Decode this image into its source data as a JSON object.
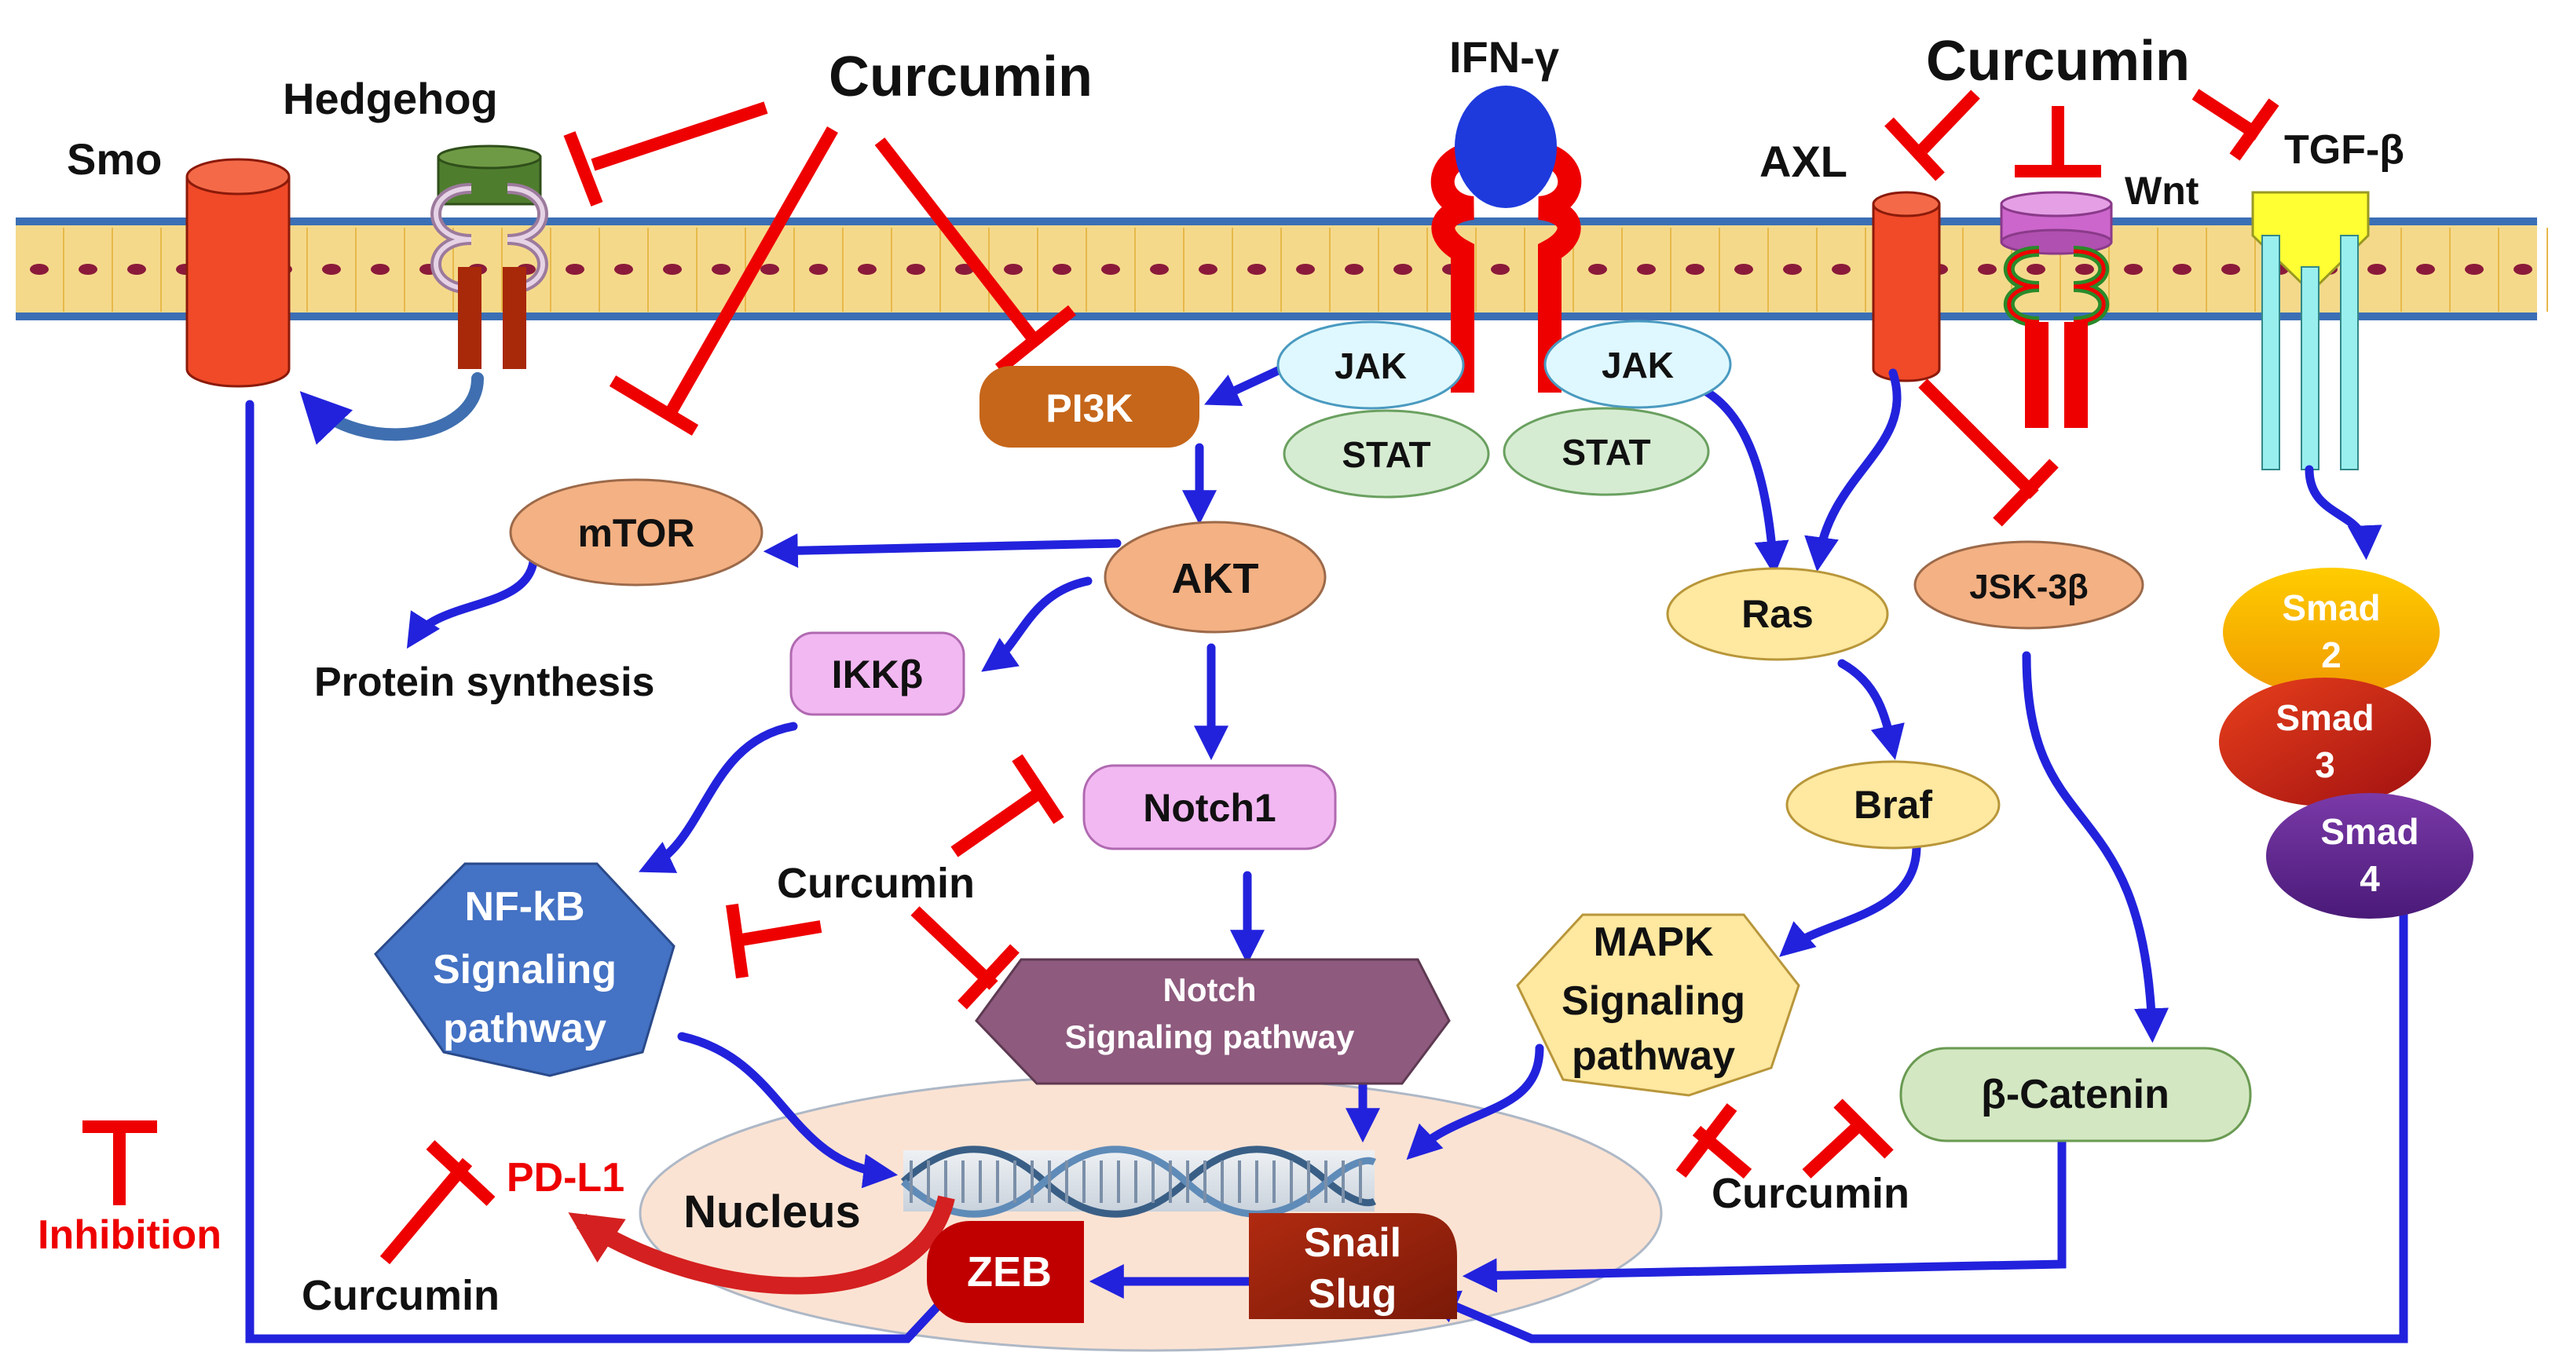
{
  "colors": {
    "inhibit": "#ff0000",
    "arrow": "#2222dd",
    "membrane_fill": "#f5d98b",
    "membrane_edge": "#3b6fb5",
    "membrane_dot": "#8b1a3a"
  },
  "labels": {
    "smo": "Smo",
    "hedgehog": "Hedgehog",
    "curcumin_top_left": "Curcumin",
    "ifn_gamma": "IFN-γ",
    "curcumin_top_right": "Curcumin",
    "axl": "AXL",
    "wnt": "Wnt",
    "tgf_beta": "TGF-β",
    "protein_synthesis": "Protein synthesis",
    "curcumin_center": "Curcumin",
    "curcumin_bottom_left": "Curcumin",
    "curcumin_bottom_right": "Curcumin",
    "pd_l1": "PD-L1",
    "inhibition": "Inhibition",
    "nucleus": "Nucleus"
  },
  "nodes": {
    "pi3k": "PI3K",
    "jak_left": "JAK",
    "jak_right": "JAK",
    "stat_left": "STAT",
    "stat_right": "STAT",
    "mtor": "mTOR",
    "akt": "AKT",
    "ikkb": "IKKβ",
    "notch1": "Notch1",
    "ras": "Ras",
    "jsk3b": "JSK-3β",
    "braf": "Braf",
    "beta_catenin": "β-Catenin",
    "smad2": [
      "Smad",
      "2"
    ],
    "smad3": [
      "Smad",
      "3"
    ],
    "smad4": [
      "Smad",
      "4"
    ],
    "nfkb": [
      "NF-kB",
      "Signaling",
      "pathway"
    ],
    "notch_pathway": [
      "Notch",
      "Signaling pathway"
    ],
    "mapk": [
      "MAPK",
      "Signaling",
      "pathway"
    ],
    "zeb": "ZEB",
    "snail_slug": [
      "Snail",
      "Slug"
    ]
  }
}
